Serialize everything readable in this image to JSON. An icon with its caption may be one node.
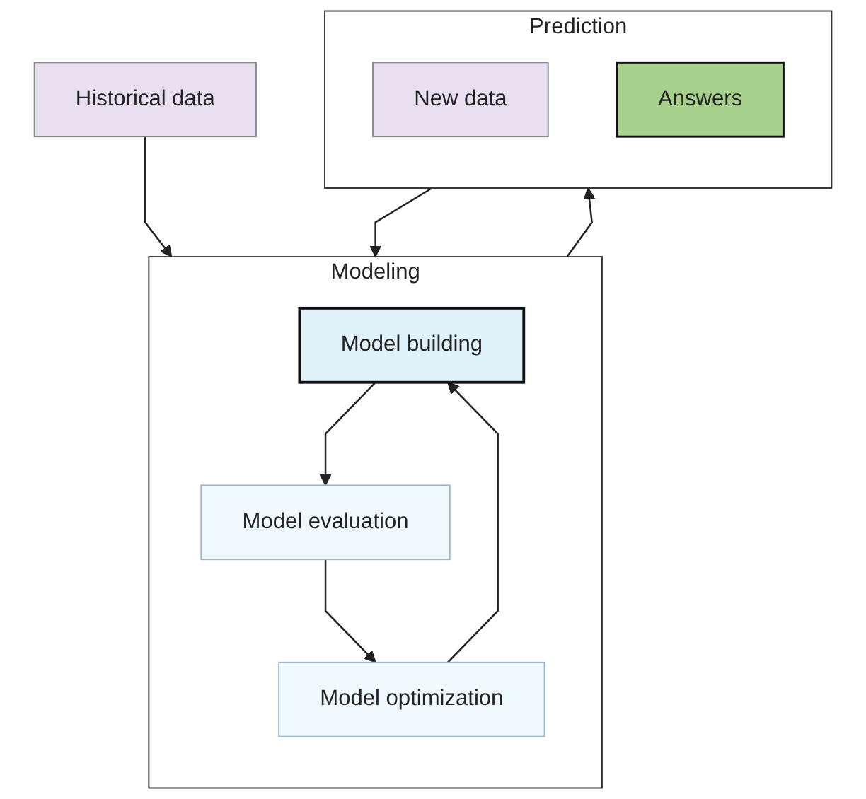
{
  "diagram": {
    "nodes": [
      {
        "text": [
          "Historical data"
        ]
      },
      {
        "text": [
          "Modeling"
        ]
      },
      {
        "text": [
          "Model building"
        ],
        "in": 1
      },
      {
        "text": [
          "Model evaluation"
        ],
        "in": 1
      },
      {
        "text": [
          "Model optimization"
        ],
        "in": 1
      },
      {
        "text": [
          "Prediction"
        ]
      },
      {
        "text": [
          "New data"
        ],
        "in": 5
      },
      {
        "text": [
          "Answers"
        ],
        "in": 5
      }
    ],
    "edges": [
      {
        "from": 0,
        "to": 1,
        "arrow": "to"
      },
      {
        "from": 2,
        "to": 3,
        "arrow": "to"
      },
      {
        "from": 3,
        "to": 4,
        "arrow": "to"
      },
      {
        "from": 4,
        "to": 2,
        "arrow": "to"
      },
      {
        "from": 1,
        "to": 5,
        "arrow": "to"
      },
      {
        "from": 5,
        "to": 1,
        "arrow": "to"
      }
    ]
  }
}
